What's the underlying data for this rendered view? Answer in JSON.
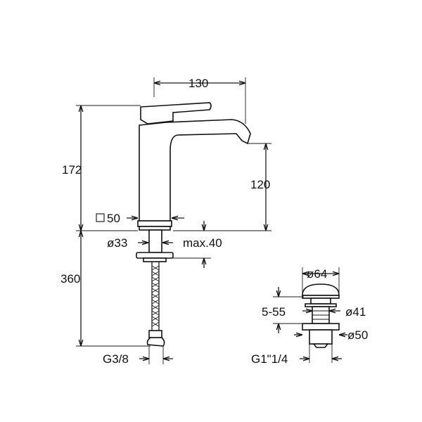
{
  "faucet": {
    "width_label": "130",
    "height_label": "172",
    "spout_height_label": "120",
    "base_square_label": "50",
    "base_diameter_label": "ø33",
    "max_thickness_label": "max.40",
    "hose_length_label": "360",
    "thread_label": "G3/8"
  },
  "drain": {
    "cap_diameter_label": "ø64",
    "range_label": "5-55",
    "body_diameter_label": "ø41",
    "nut_diameter_label": "ø50",
    "thread_label": "G1\"1/4"
  }
}
